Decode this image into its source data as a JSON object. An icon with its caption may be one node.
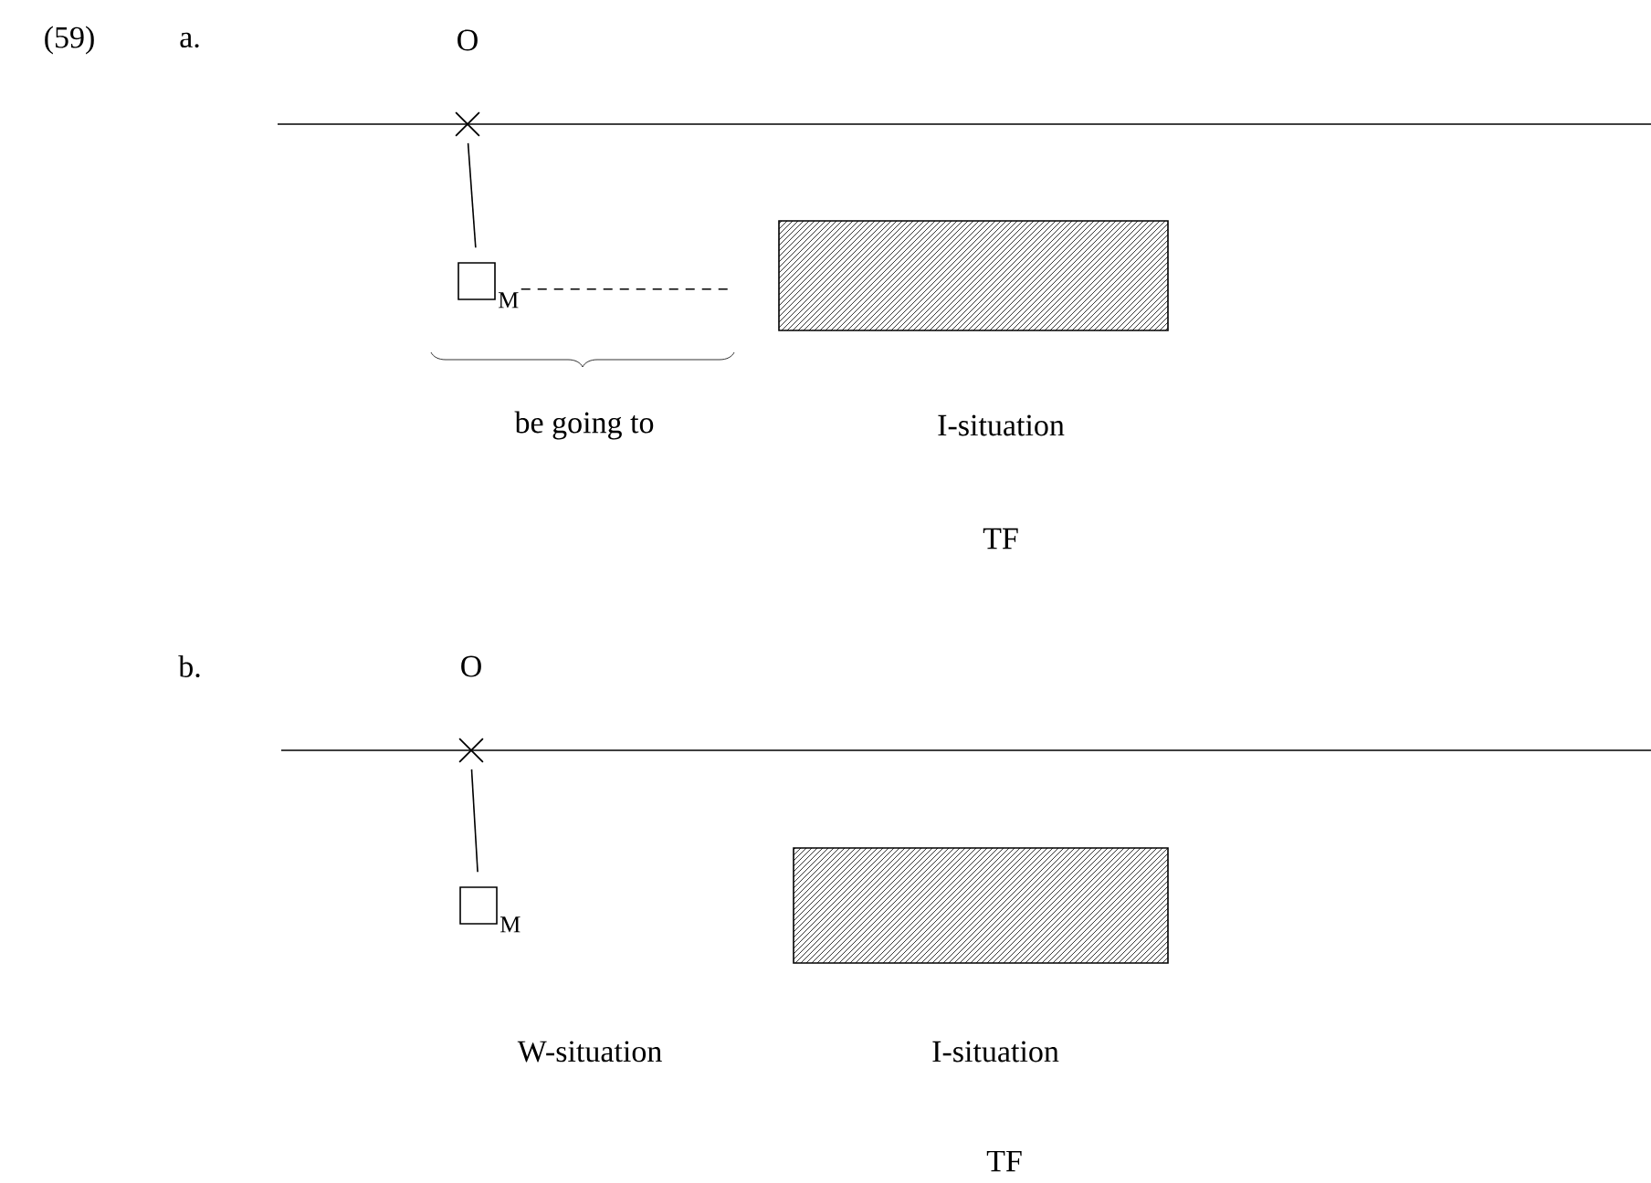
{
  "diagram": {
    "nodes": [
      {
        "text": [],
        "shape": "cross"
      },
      {
        "text": [],
        "shape": "box",
        "beside": [
          "M"
        ]
      },
      {
        "text": [],
        "shape": "box"
      },
      {
        "text": [],
        "shape": "cross"
      },
      {
        "text": [],
        "shape": "box",
        "beside": [
          "M"
        ]
      },
      {
        "text": [],
        "shape": "box"
      }
    ],
    "edges": [
      {
        "from": 0,
        "to": 1,
        "arrow": "none"
      },
      {
        "from": 1,
        "to": 2,
        "arrow": "none",
        "style": "dashed"
      },
      {
        "from": 3,
        "to": 4,
        "arrow": "none"
      }
    ],
    "labels": [
      "(59)",
      "a.",
      "O",
      "be going to",
      "I-situation",
      "TF",
      "b.",
      "O",
      "W-situation",
      "I-situation",
      "TF"
    ]
  }
}
